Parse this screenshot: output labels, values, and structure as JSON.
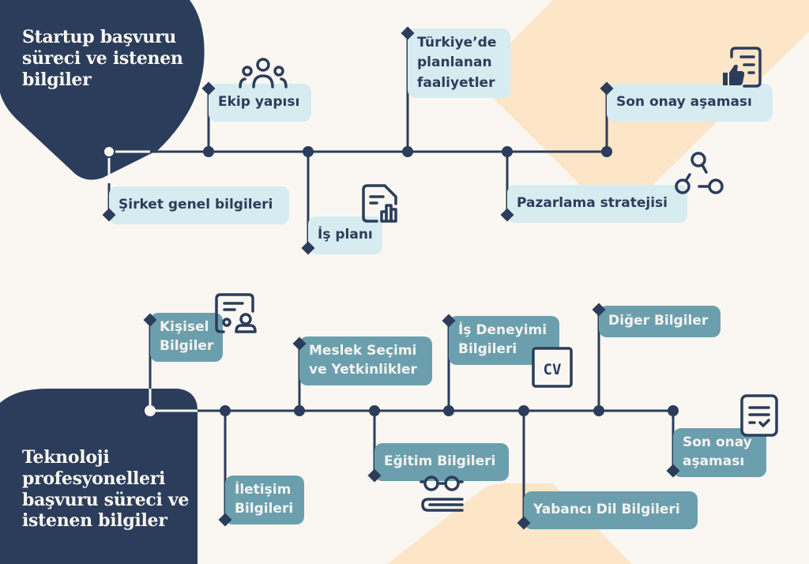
{
  "colors": {
    "background": "#faf7f2",
    "navy": "#2b3d5b",
    "peach": "#fde5c8",
    "light_box": "#d6ecf0",
    "teal_box": "#6b9fae"
  },
  "top_section": {
    "title": "Startup başvuru süreci ve istenen bilgiler",
    "steps": [
      {
        "label": "Şirket genel bilgileri",
        "position": "below",
        "icon": null
      },
      {
        "label": "Ekip yapısı",
        "position": "above",
        "icon": "team-icon"
      },
      {
        "label": "İş planı",
        "position": "below",
        "icon": "document-chart-icon"
      },
      {
        "label": "Türkiye’de planlanan faaliyetler",
        "position": "above",
        "icon": null
      },
      {
        "label": "Pazarlama stratejisi",
        "position": "below",
        "icon": "network-icon"
      },
      {
        "label": "Son onay aşaması",
        "position": "above",
        "icon": "document-thumbs-up-icon"
      }
    ]
  },
  "bottom_section": {
    "title": "Teknoloji profesyonelleri başvuru süreci ve istenen bilgiler",
    "steps": [
      {
        "label": "Kişisel Bilgiler",
        "position": "above",
        "icon": "id-card-icon"
      },
      {
        "label": "İletişim Bilgileri",
        "position": "below",
        "icon": null
      },
      {
        "label": "Meslek Seçimi ve Yetkinlikler",
        "position": "above",
        "icon": null
      },
      {
        "label": "Eğitim Bilgileri",
        "position": "below",
        "icon": "glasses-book-icon"
      },
      {
        "label": "İş Deneyimi Bilgileri",
        "position": "above",
        "icon": "cv-icon"
      },
      {
        "label": "Yabancı Dil Bilgileri",
        "position": "below",
        "icon": null
      },
      {
        "label": "Diğer Bilgiler",
        "position": "above",
        "icon": null
      },
      {
        "label": "Son onay aşaması",
        "position": "below",
        "icon": "document-check-icon"
      }
    ]
  },
  "icons": {
    "cv_text": "CV"
  }
}
